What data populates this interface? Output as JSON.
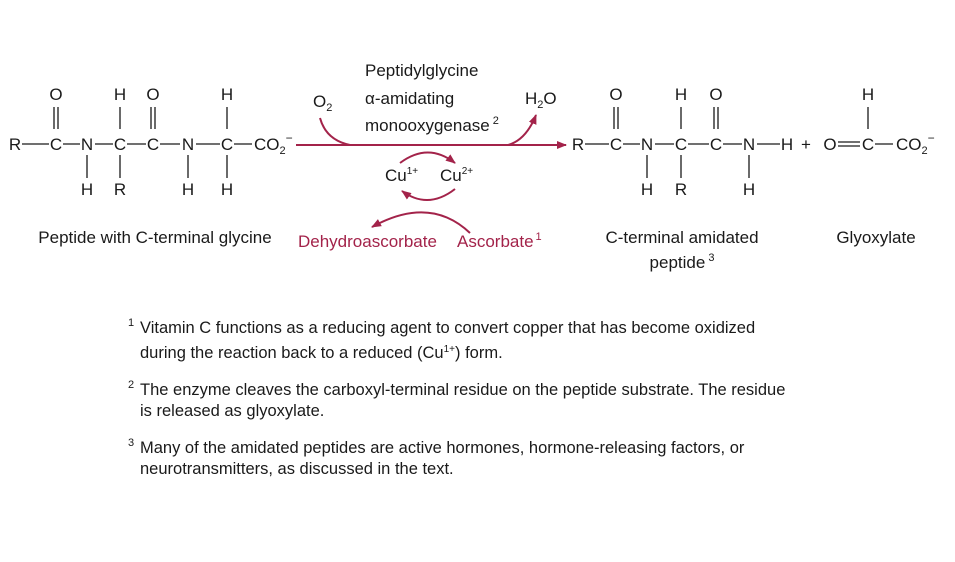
{
  "reactant_label": "Peptide with C-terminal glycine",
  "enzyme": {
    "line1": "Peptidylglycine",
    "line2": "α-amidating",
    "line3": "monooxygenase",
    "sup": "2"
  },
  "o2": {
    "main": "O",
    "sub": "2"
  },
  "h2o": {
    "a": "H",
    "sub": "2",
    "b": "O"
  },
  "cu1": {
    "main": "Cu",
    "sup": "1+"
  },
  "cu2": {
    "main": "Cu",
    "sup": "2+"
  },
  "dehydroascorbate": "Dehydroascorbate",
  "ascorbate": {
    "text": "Ascorbate",
    "sup": "1"
  },
  "product1_label": {
    "line1": "C-terminal amidated",
    "line2": "peptide",
    "sup": "3"
  },
  "product2_label": "Glyoxylate",
  "plus": "+",
  "atoms": {
    "R": "R",
    "C": "C",
    "N": "N",
    "H": "H",
    "O": "O",
    "co2": "CO",
    "co2_sub": "2",
    "co2_sup": "−"
  },
  "notes": [
    {
      "num": "1",
      "line1": "Vitamin C functions as a reducing agent to convert copper that has become oxidized",
      "line2a": "during the reaction back to a reduced (Cu",
      "line2sup": "1+",
      "line2b": ") form."
    },
    {
      "num": "2",
      "line1": "The enzyme cleaves the carboxyl-terminal residue on the peptide substrate.  The residue",
      "line2": "is released as glyoxylate."
    },
    {
      "num": "3",
      "line1": "Many of the amidated peptides are active hormones, hormone-releasing factors, or",
      "line2": "neurotransmitters, as discussed in the text."
    }
  ],
  "colors": {
    "accent": "#a3234a",
    "text": "#1a1a1a",
    "background": "#ffffff"
  }
}
